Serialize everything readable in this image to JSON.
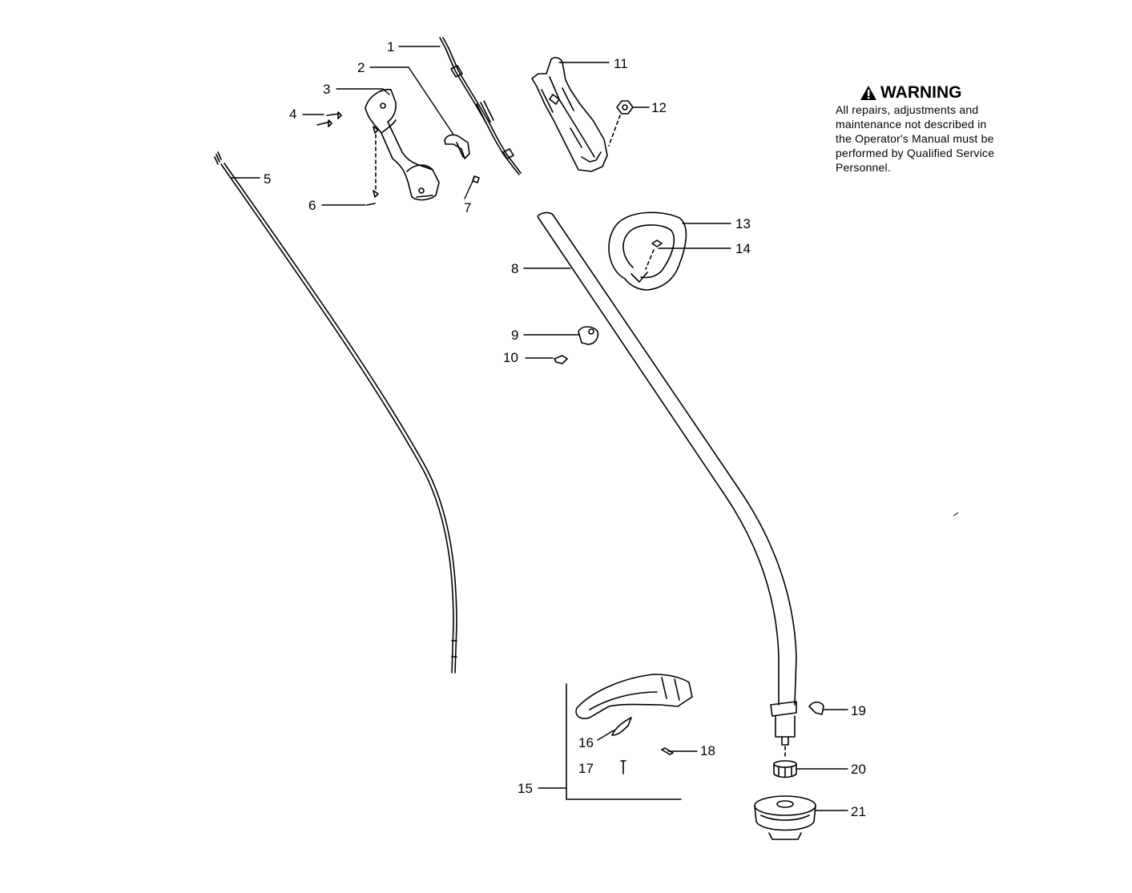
{
  "diagram": {
    "callouts": [
      {
        "id": "1",
        "label": "1"
      },
      {
        "id": "2",
        "label": "2"
      },
      {
        "id": "3",
        "label": "3"
      },
      {
        "id": "4",
        "label": "4"
      },
      {
        "id": "5",
        "label": "5"
      },
      {
        "id": "6",
        "label": "6"
      },
      {
        "id": "7",
        "label": "7"
      },
      {
        "id": "8",
        "label": "8"
      },
      {
        "id": "9",
        "label": "9"
      },
      {
        "id": "10",
        "label": "10"
      },
      {
        "id": "11",
        "label": "11"
      },
      {
        "id": "12",
        "label": "12"
      },
      {
        "id": "13",
        "label": "13"
      },
      {
        "id": "14",
        "label": "14"
      },
      {
        "id": "15",
        "label": "15"
      },
      {
        "id": "16",
        "label": "16"
      },
      {
        "id": "17",
        "label": "17"
      },
      {
        "id": "18",
        "label": "18"
      },
      {
        "id": "19",
        "label": "19"
      },
      {
        "id": "20",
        "label": "20"
      },
      {
        "id": "21",
        "label": "21"
      }
    ]
  },
  "warning": {
    "icon": "warning-triangle-icon",
    "title": "WARNING",
    "lines": [
      "All repairs, adjustments and",
      "maintenance not described in",
      "the Operator's Manual must be",
      "performed by Qualified Service",
      "Personnel."
    ]
  }
}
